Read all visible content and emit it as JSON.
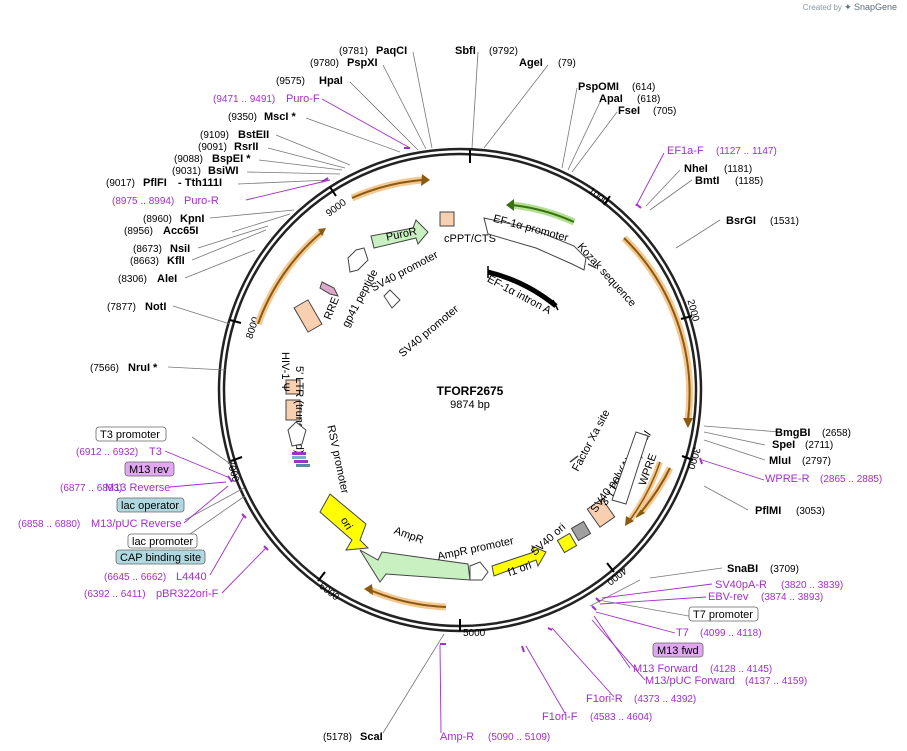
{
  "watermark": {
    "prefix": "Created by",
    "brand": "SnapGene"
  },
  "plasmid": {
    "name": "TFORF2675",
    "size": "9874 bp"
  },
  "ticks": [
    "1000",
    "2000",
    "3000",
    "4000",
    "5000",
    "6000",
    "7000",
    "8000",
    "9000"
  ],
  "features": {
    "puroR": "PuroR",
    "cppt": "cPPT/CTS",
    "ef1a_promoter": "EF-1α promoter",
    "kozak": "Kozak sequence",
    "ef1a_intron": "EF-1α intron A",
    "sv40_promoter_top": "SV40 promoter",
    "sv40_promoter_mid": "SV40 promoter",
    "gp41": "gp41 peptide",
    "rre": "RRE",
    "ltr5": "5' LTR (truncated)",
    "hiv": "HIV-1 Ψ",
    "rsv": "RSV promoter",
    "ori": "ori",
    "ampR": "AmpR",
    "ampR_promoter": "AmpR promoter",
    "f1ori": "f1 ori",
    "sv40ori": "SV40 ori",
    "sv40polyA": "SV40 poly(A) signal",
    "ltr3": "3' LTR (ΔU3)",
    "wpre": "WPRE",
    "factorxa": "Factor Xa site"
  },
  "enzymes": [
    {
      "name": "PaqCI",
      "pos": "(9781)"
    },
    {
      "name": "PspXI",
      "pos": "(9780)"
    },
    {
      "name": "SbfI",
      "pos": "(9792)"
    },
    {
      "name": "AgeI",
      "pos": "(79)"
    },
    {
      "name": "HpaI",
      "pos": "(9575)"
    },
    {
      "name": "PspOMI",
      "pos": "(614)"
    },
    {
      "name": "ApaI",
      "pos": "(618)"
    },
    {
      "name": "FseI",
      "pos": "(705)"
    },
    {
      "name": "MscI *",
      "pos": "(9350)"
    },
    {
      "name": "BstEII",
      "pos": "(9109)"
    },
    {
      "name": "RsrII",
      "pos": "(9091)"
    },
    {
      "name": "BspEI *",
      "pos": "(9088)"
    },
    {
      "name": "BsiWI",
      "pos": "(9031)"
    },
    {
      "name": "PflFI",
      "pos": "(9017)"
    },
    {
      "name": "- Tth111I",
      "pos": ""
    },
    {
      "name": "KpnI",
      "pos": "(8960)"
    },
    {
      "name": "Acc65I",
      "pos": "(8956)"
    },
    {
      "name": "NsiI",
      "pos": "(8673)"
    },
    {
      "name": "KflI",
      "pos": "(8663)"
    },
    {
      "name": "AleI",
      "pos": "(8306)"
    },
    {
      "name": "NotI",
      "pos": "(7877)"
    },
    {
      "name": "NruI *",
      "pos": "(7566)"
    },
    {
      "name": "NheI",
      "pos": "(1181)"
    },
    {
      "name": "BmtI",
      "pos": "(1185)"
    },
    {
      "name": "BsrGI",
      "pos": "(1531)"
    },
    {
      "name": "BmgBI",
      "pos": "(2658)"
    },
    {
      "name": "SpeI",
      "pos": "(2711)"
    },
    {
      "name": "MluI",
      "pos": "(2797)"
    },
    {
      "name": "PflMI",
      "pos": "(3053)"
    },
    {
      "name": "SnaBI",
      "pos": "(3709)"
    },
    {
      "name": "ScaI",
      "pos": "(5178)"
    }
  ],
  "primers": [
    {
      "name": "Puro-F",
      "pos": "(9471 .. 9491)"
    },
    {
      "name": "Puro-R",
      "pos": "(8975 .. 8994)"
    },
    {
      "name": "EF1a-F",
      "pos": "(1127 .. 1147)"
    },
    {
      "name": "WPRE-R",
      "pos": "(2865 .. 2885)"
    },
    {
      "name": "SV40pA-R",
      "pos": "(3820 .. 3839)"
    },
    {
      "name": "EBV-rev",
      "pos": "(3874 .. 3893)"
    },
    {
      "name": "T7",
      "pos": "(4099 .. 4118)"
    },
    {
      "name": "M13 Forward",
      "pos": "(4128 .. 4145)"
    },
    {
      "name": "M13/pUC Forward",
      "pos": "(4137 .. 4159)"
    },
    {
      "name": "F1ori-R",
      "pos": "(4373 .. 4392)"
    },
    {
      "name": "F1ori-F",
      "pos": "(4583 .. 4604)"
    },
    {
      "name": "Amp-R",
      "pos": "(5090 .. 5109)"
    },
    {
      "name": "T3",
      "pos": "(6912 .. 6932)"
    },
    {
      "name": "M13 Reverse",
      "pos": "(6877 .. 6893)"
    },
    {
      "name": "M13/pUC Reverse",
      "pos": "(6858 .. 6880)"
    },
    {
      "name": "L4440",
      "pos": "(6645 .. 6662)"
    },
    {
      "name": "pBR322ori-F",
      "pos": "(6392 .. 6411)"
    }
  ],
  "boxes": {
    "t3_promoter": "T3 promoter",
    "m13_rev": "M13 rev",
    "lac_operator": "lac operator",
    "lac_promoter": "lac promoter",
    "cap_site": "CAP binding site",
    "t7_promoter": "T7 promoter",
    "m13_fwd": "M13 fwd"
  },
  "colors": {
    "orange_orf": "#f4a040",
    "green_orf": "#78c030",
    "primer": "#a030c8",
    "yellow": "#ffff00",
    "promoter_fill": "#ffffff",
    "cppt": "#f8d0b0",
    "puror": "#c8f0c0",
    "ampr": "#c8f0c0",
    "box_purple": "#e0a8f0",
    "box_teal": "#b0d8e0",
    "gray": "#a0a0a0"
  }
}
